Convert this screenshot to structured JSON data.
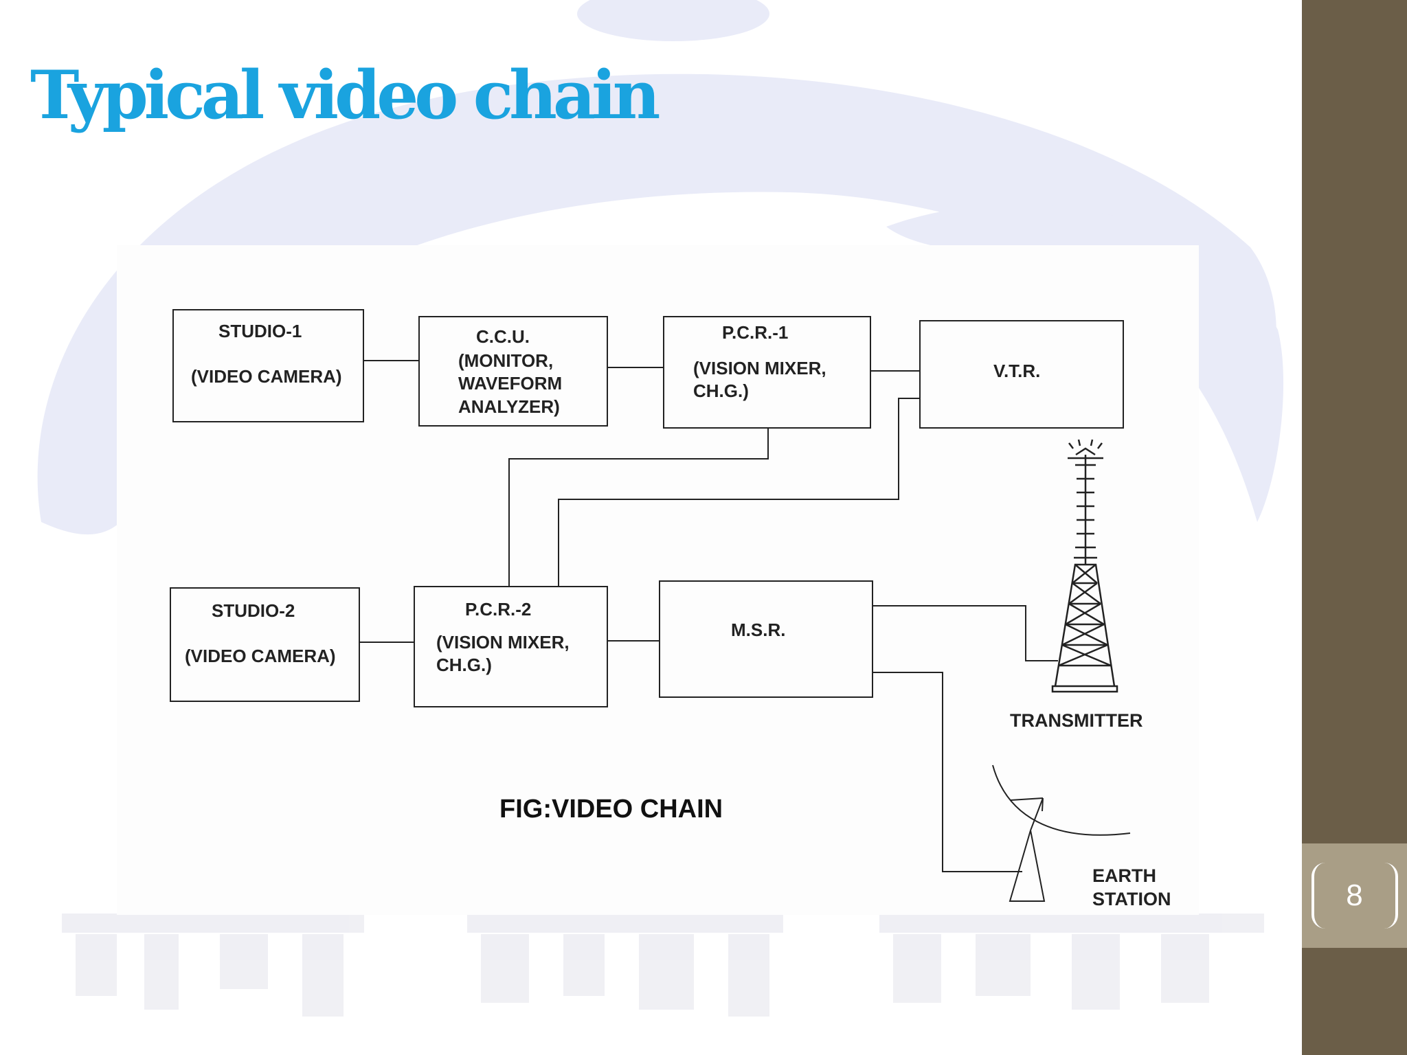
{
  "slide": {
    "title": "Typical video chain",
    "page_number": "8"
  },
  "diagram": {
    "caption": "FIG:VIDEO CHAIN",
    "nodes": [
      {
        "id": "studio1",
        "name": "STUDIO-1",
        "detail": "(VIDEO CAMERA)"
      },
      {
        "id": "ccu",
        "name": "C.C.U.",
        "detail": "(MONITOR,\nWAVEFORM\nANALYZER)"
      },
      {
        "id": "pcr1",
        "name": "P.C.R.-1",
        "detail": "(VISION MIXER,\nCH.G.)"
      },
      {
        "id": "vtr",
        "name": "V.T.R.",
        "detail": ""
      },
      {
        "id": "studio2",
        "name": "STUDIO-2",
        "detail": "(VIDEO CAMERA)"
      },
      {
        "id": "pcr2",
        "name": "P.C.R.-2",
        "detail": "(VISION MIXER,\nCH.G.)"
      },
      {
        "id": "msr",
        "name": "M.S.R.",
        "detail": ""
      }
    ],
    "transmitter_label": "TRANSMITTER",
    "earth_station_label": "EARTH\nSTATION",
    "edges": [
      [
        "studio1",
        "ccu"
      ],
      [
        "ccu",
        "pcr1"
      ],
      [
        "pcr1",
        "vtr"
      ],
      [
        "pcr1",
        "pcr2"
      ],
      [
        "vtr",
        "pcr2"
      ],
      [
        "studio2",
        "pcr2"
      ],
      [
        "pcr2",
        "msr"
      ],
      [
        "msr",
        "transmitter"
      ],
      [
        "msr",
        "earth_station"
      ]
    ]
  },
  "colors": {
    "title": "#1aa3df",
    "sidebar": "#6b5e48",
    "sidebar_band": "#a99e86",
    "watermark": "#e9ebf8"
  }
}
